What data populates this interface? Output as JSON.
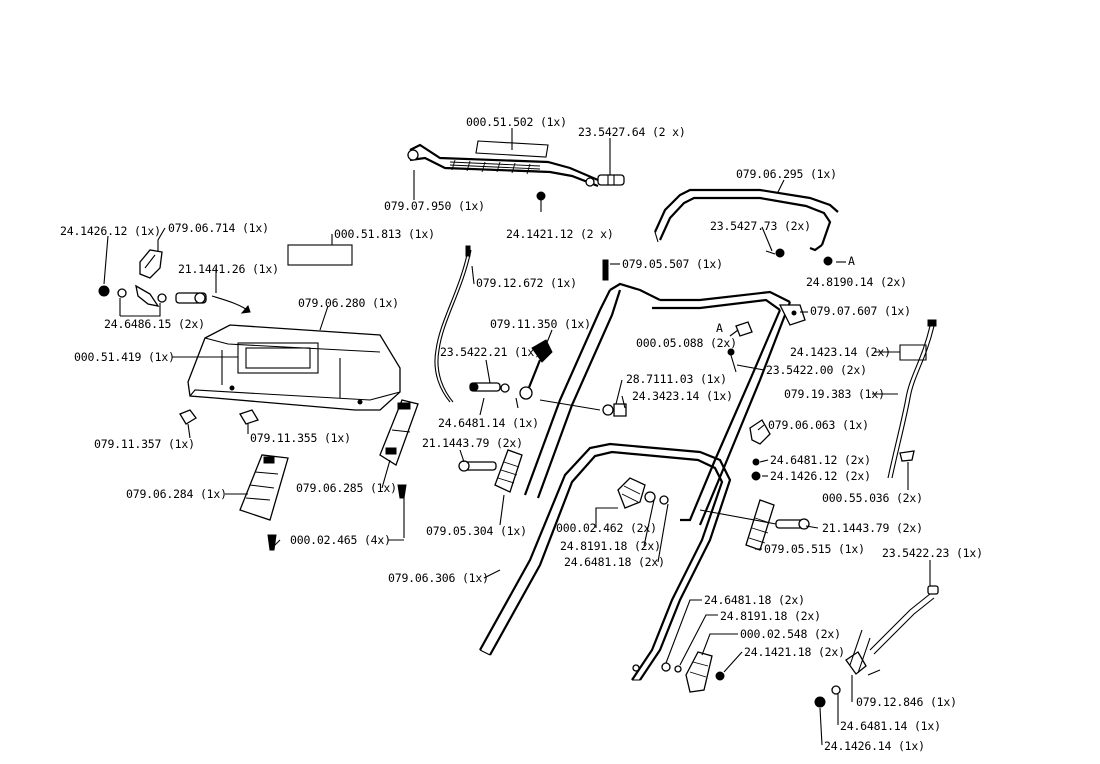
{
  "diagram": {
    "colors": {
      "ink": "#000000",
      "paper": "#ffffff"
    },
    "labels": {
      "p00051502": "000.51.502 (1x)",
      "p23542764": "23.5427.64 (2 x)",
      "p07907950": "079.07.950 (1x)",
      "p24142112": "24.1421.12 (2 x)",
      "p07906295": "079.06.295 (1x)",
      "p23542773": "23.5427.73 (2x)",
      "pA": "A",
      "p24819014": "24.8190.14 (2x)",
      "p24142612a": "24.1426.12 (1x)",
      "p07906714": "079.06.714 (1x)",
      "p00051813": "000.51.813 (1x)",
      "p21144126": "21.1441.26 (1x)",
      "p07912672": "079.12.672 (1x)",
      "p07905507": "079.05.507 (1x)",
      "p24648615": "24.6486.15 (2x)",
      "p07906280": "079.06.280 (1x)",
      "p07907607": "079.07.607 (1x)",
      "p07911350": "079.11.350 (1x)",
      "pA2": "A",
      "p00005088": "000.05.088 (2x)",
      "p24142314": "24.1423.14 (2x)",
      "p00051419": "000.51.419 (1x)",
      "p23542221": "23.5422.21 (1x)",
      "p23542200": "23.5422.00 (2x)",
      "p28711103": "28.7111.03 (1x)",
      "p24342314": "24.3423.14 (1x)",
      "p07919383": "079.19.383 (1x)",
      "p24648114": "24.6481.14 (1x)",
      "p07911357": "079.11.357 (1x)",
      "p07911355": "079.11.355 (1x)",
      "p07906063": "079.06.063 (1x)",
      "p21144379a": "21.1443.79 (2x)",
      "p24648112": "24.6481.12 (2x)",
      "p24142612b": "24.1426.12 (2x)",
      "p07906284": "079.06.284 (1x)",
      "p07906285": "079.06.285 (1x)",
      "p00055036": "000.55.036 (2x)",
      "p07905304": "079.05.304 (1x)",
      "p00002462": "000.02.462 (2x)",
      "p21144379b": "21.1443.79 (2x)",
      "p00002465": "000.02.465 (4x)",
      "p24819118a": "24.8191.18 (2x)",
      "p24648118a": "24.6481.18 (2x)",
      "p07905515": "079.05.515 (1x)",
      "p23542223": "23.5422.23 (1x)",
      "p07906306": "079.06.306 (1x)",
      "p24648118b": "24.6481.18 (2x)",
      "p24819118b": "24.8191.18 (2x)",
      "p00002548": "000.02.548 (2x)",
      "p24142118": "24.1421.18 (2x)",
      "p07912846": "079.12.846 (1x)",
      "p24648114b": "24.6481.14 (1x)",
      "p24142614": "24.1426.14 (1x)"
    }
  }
}
